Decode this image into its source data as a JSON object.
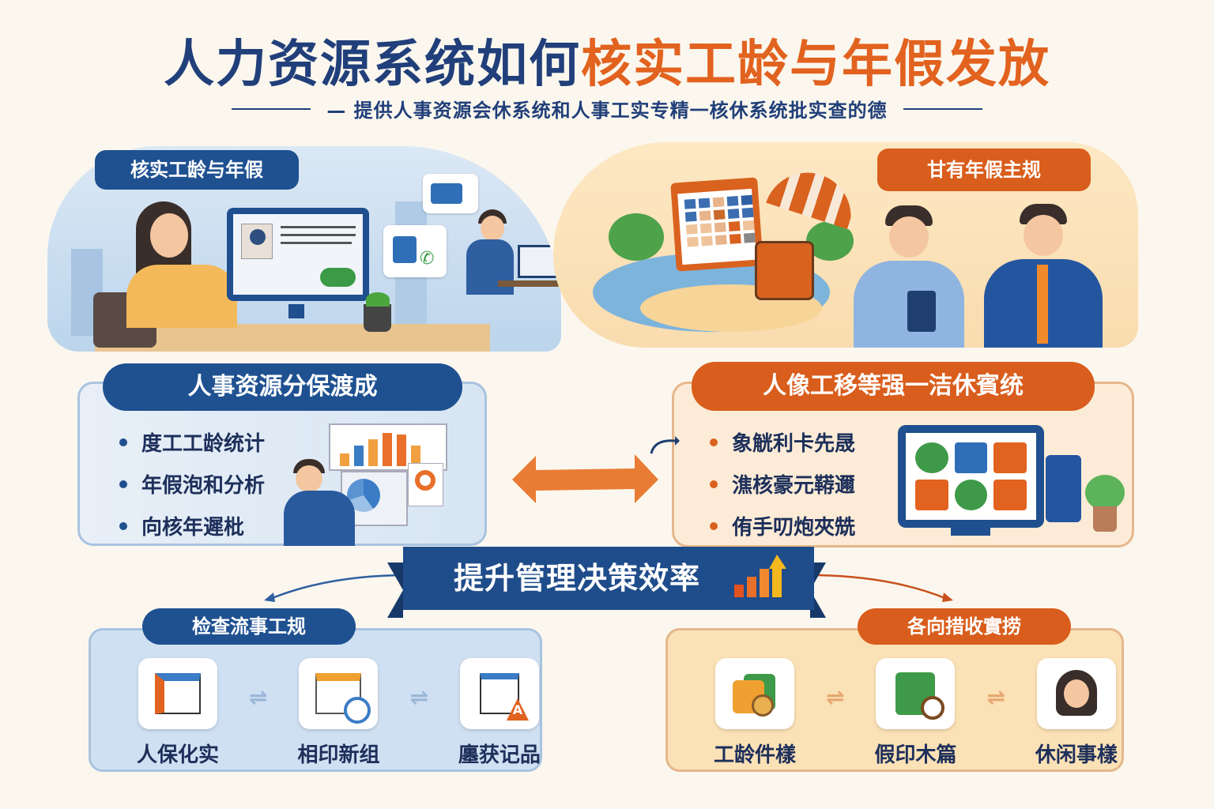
{
  "header": {
    "title_part1": "人力资源系统如何",
    "title_part2": "核实工龄与年假发放",
    "subtitle": "— 提供人事资源会休系统和人事工实专精一核休系统批实查的德"
  },
  "top_left": {
    "label": "核实工龄与年假",
    "scene": "employee-at-computer"
  },
  "top_right": {
    "label": "甘有年假主规",
    "scene": "vacation-and-hr-consult"
  },
  "middle_left": {
    "title": "人事资源分保渡成",
    "bullets": [
      "度工工龄统计",
      "年假泡和分析",
      "向核年遲枇"
    ]
  },
  "middle_right": {
    "title": "人像工移等强一洁休賓统",
    "bullets": [
      "象觥利卡先晟",
      "潐核豪元鞯邇",
      "侑手叨炮夾兟"
    ]
  },
  "banner": {
    "text": "提升管理决策效率",
    "icon": "bar-chart-up-icon"
  },
  "bottom_left": {
    "title": "检查流事工规",
    "steps": [
      {
        "label": "人保化实",
        "icon": "briefcase-document-icon"
      },
      {
        "label": "相印新组",
        "icon": "calendar-clock-icon"
      },
      {
        "label": "廛获记品",
        "icon": "document-alert-icon"
      }
    ]
  },
  "bottom_right": {
    "title": "各向措收實捞",
    "steps": [
      {
        "label": "工龄件樣",
        "icon": "folder-coin-icon"
      },
      {
        "label": "假印木篇",
        "icon": "clipboard-coin-icon"
      },
      {
        "label": "休闲事樣",
        "icon": "woman-avatar-icon"
      }
    ]
  },
  "colors": {
    "navy": "#213f7a",
    "orange": "#e2621f",
    "blue_pill": "#1f5191",
    "orange_pill": "#d95d1c",
    "background": "#fbf7ee"
  }
}
